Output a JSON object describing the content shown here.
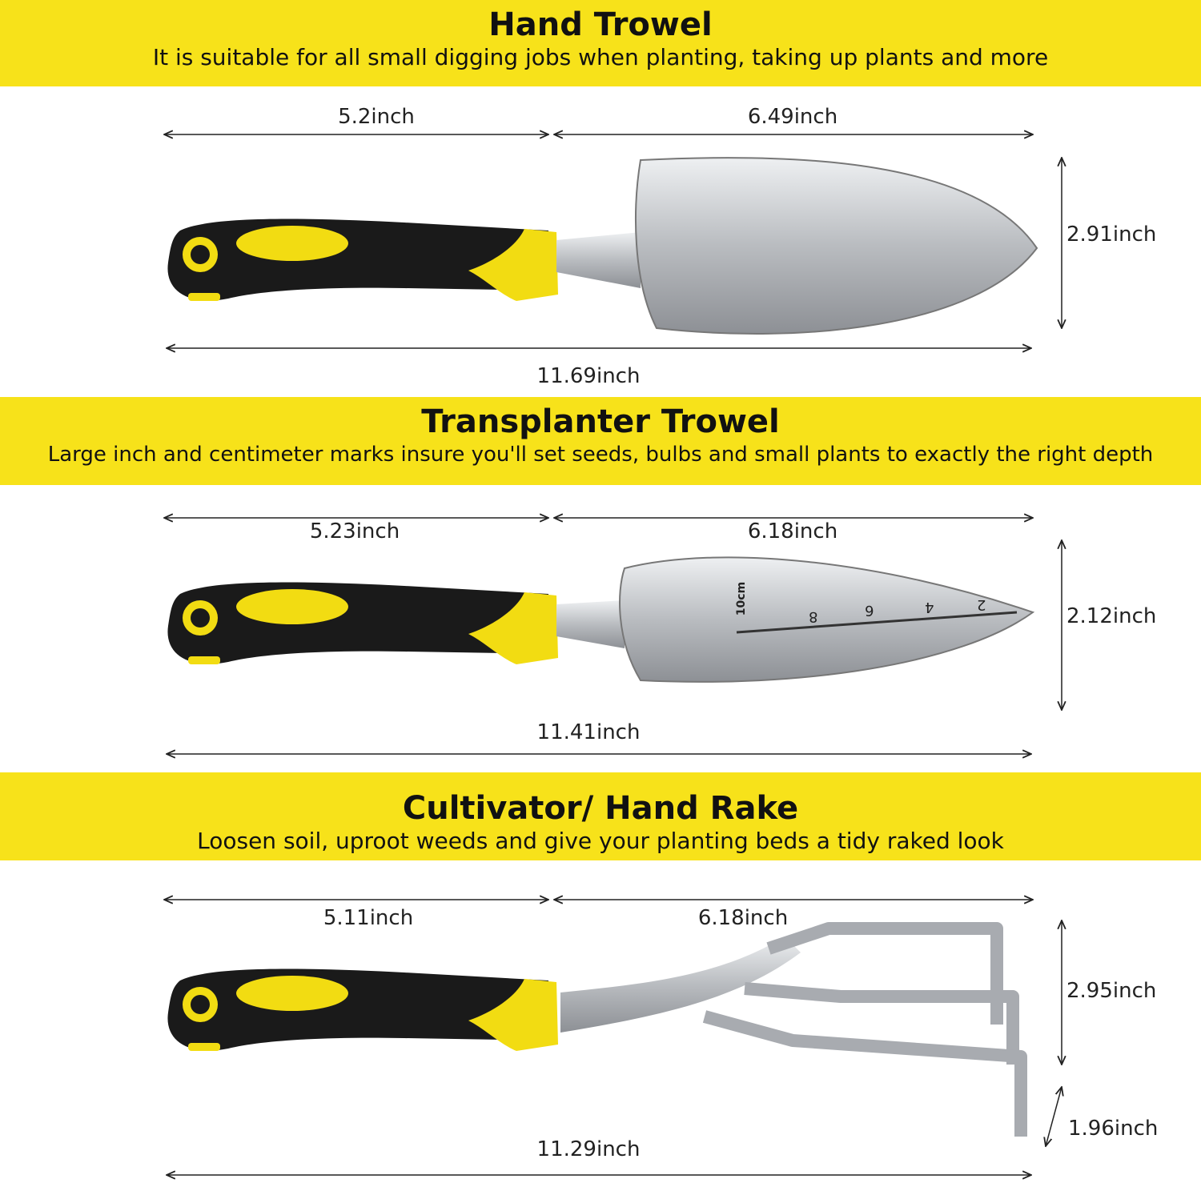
{
  "colors": {
    "accent_yellow": "#f7e21a",
    "handle_black": "#1a1a1a",
    "steel": "#c9ccd0"
  },
  "sections": [
    {
      "title": "Hand Trowel",
      "subtitle": "It is suitable for all small digging jobs when planting, taking up plants and more",
      "dims": {
        "handle": "5.2inch",
        "head": "6.49inch",
        "width": "2.91inch",
        "total": "11.69inch"
      }
    },
    {
      "title": "Transplanter Trowel",
      "subtitle": "Large inch and centimeter marks insure you'll set seeds, bulbs and small plants to exactly the right depth",
      "dims": {
        "handle": "5.23inch",
        "head": "6.18inch",
        "width": "2.12inch",
        "total": "11.41inch"
      },
      "scale_marks": [
        "10cm",
        "8",
        "6",
        "4",
        "2"
      ]
    },
    {
      "title": "Cultivator/ Hand Rake",
      "subtitle": "Loosen soil, uproot weeds and give your planting beds a tidy raked look",
      "dims": {
        "handle": "5.11inch",
        "head": "6.18inch",
        "width": "2.95inch",
        "tine_depth": "1.96inch",
        "total": "11.29inch"
      }
    }
  ]
}
